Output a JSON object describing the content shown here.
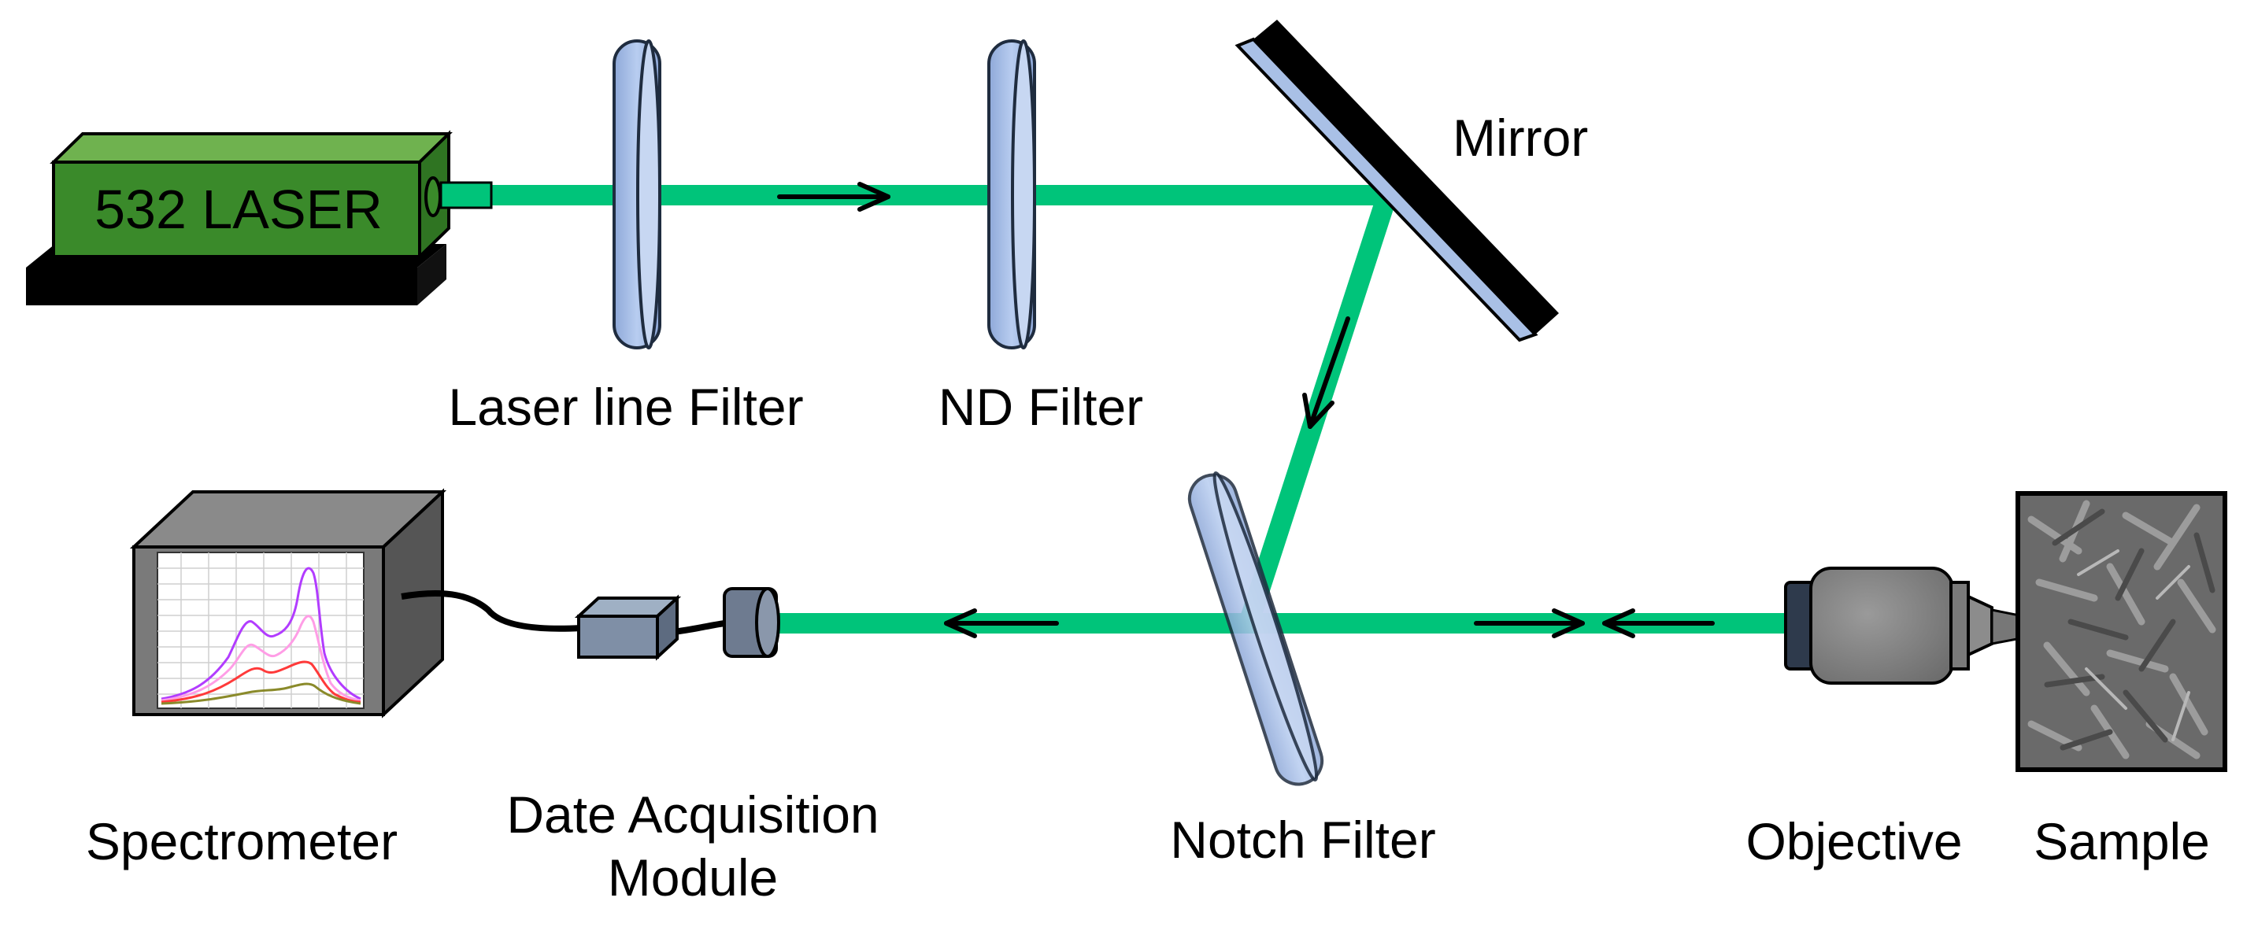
{
  "laser": {
    "label": "532 LASER"
  },
  "labels": {
    "laser_line_filter": "Laser line Filter",
    "nd_filter": "ND Filter",
    "mirror": "Mirror",
    "notch_filter": "Notch Filter",
    "spectrometer": "Spectrometer",
    "daq_line1": "Date Acquisition",
    "daq_line2": "Module",
    "objective": "Objective",
    "sample": "Sample"
  },
  "colors": {
    "beam": "#00c47a",
    "laser_body": "#3a8a2a",
    "laser_top": "#6fb24f",
    "optic": "#a9c0e6",
    "device_gray": "#808080",
    "spectrum_series": [
      "#b23cff",
      "#ff9de6",
      "#ff3a3a",
      "#8a8a2a"
    ]
  },
  "spectrometer_screen": {
    "series_names": []
  }
}
